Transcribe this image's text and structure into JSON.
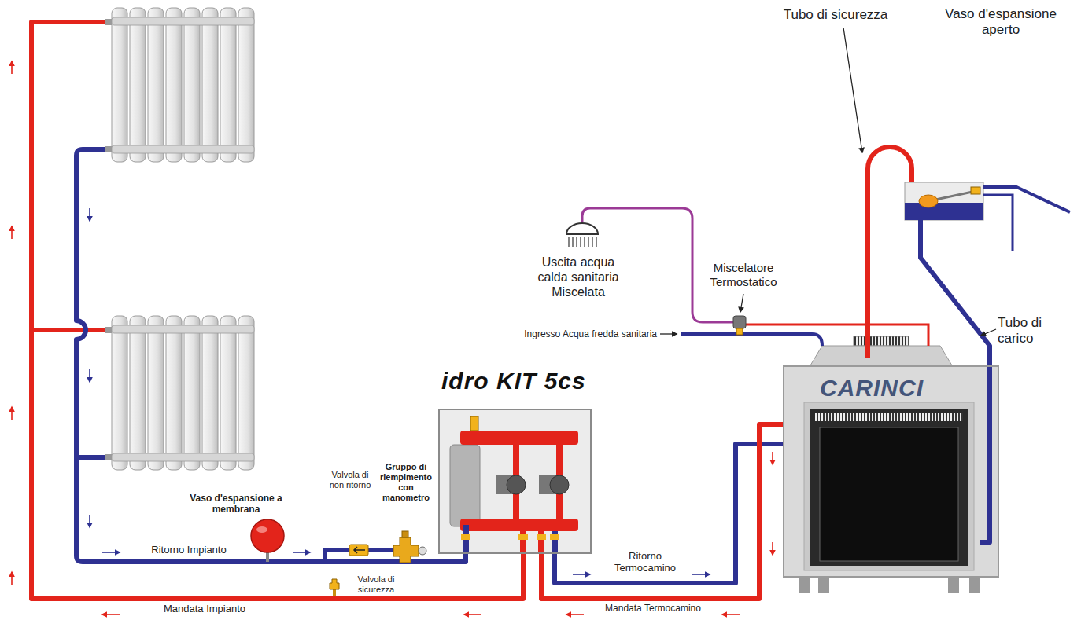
{
  "diagram": {
    "nodes": [
      {
        "text": [
          "idro KIT 5cs"
        ]
      },
      {
        "text": [
          "CARINCI"
        ]
      }
    ],
    "edges": [
      {
        "from": 0,
        "to": 1,
        "label": "Ritorno Termocamino",
        "arrow": "none"
      },
      {
        "from": 1,
        "to": 0,
        "label": "Mandata Termocamino",
        "arrow": "none"
      }
    ],
    "labels": [
      "Tubo di sicurezza",
      "Vaso d'espansione aperto",
      "Uscita acqua calda sanitaria Miscelata",
      "Miscelatore Termostatico",
      "Ingresso Acqua fredda sanitaria",
      "Tubo di carico",
      "Gruppo di riempimento con manometro",
      "Valvola di non ritorno",
      "Vaso d'espansione a membrana",
      "Ritorno Impianto",
      "Valvola di sicurezza",
      "Mandata Impianto"
    ]
  }
}
